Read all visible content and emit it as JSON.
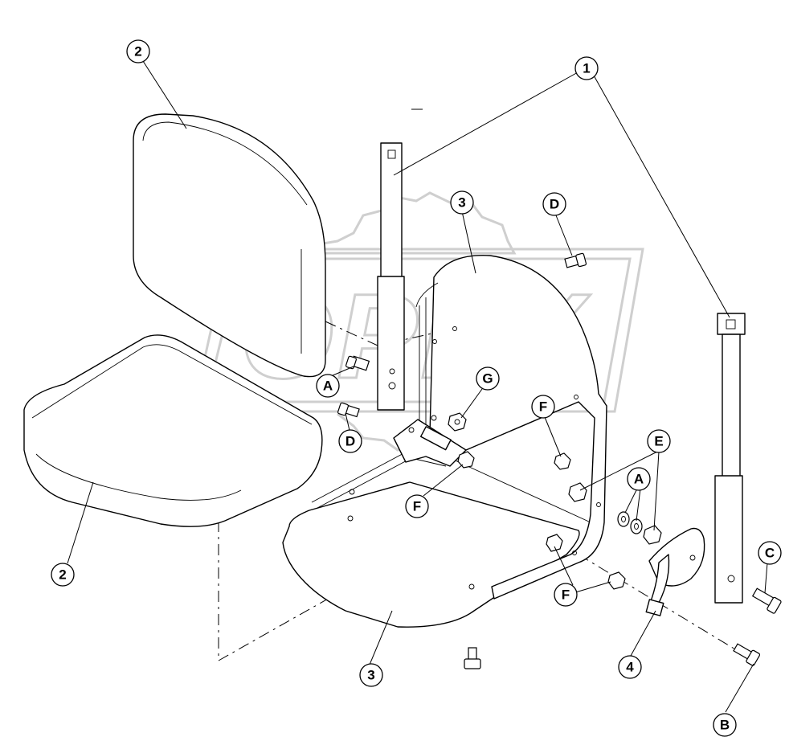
{
  "watermark": {
    "text": "OPEX"
  },
  "callouts": [
    {
      "id": "c1a",
      "label": "1"
    },
    {
      "id": "c2a",
      "label": "2"
    },
    {
      "id": "c2b",
      "label": "2"
    },
    {
      "id": "c3a",
      "label": "3"
    },
    {
      "id": "c3b",
      "label": "3"
    },
    {
      "id": "c4",
      "label": "4"
    },
    {
      "id": "cAa",
      "label": "A"
    },
    {
      "id": "cAb",
      "label": "A"
    },
    {
      "id": "cB",
      "label": "B"
    },
    {
      "id": "cC",
      "label": "C"
    },
    {
      "id": "cDa",
      "label": "D"
    },
    {
      "id": "cDb",
      "label": "D"
    },
    {
      "id": "cE",
      "label": "E"
    },
    {
      "id": "cFa",
      "label": "F"
    },
    {
      "id": "cFb",
      "label": "F"
    },
    {
      "id": "cFc",
      "label": "F"
    },
    {
      "id": "cG",
      "label": "G"
    }
  ]
}
